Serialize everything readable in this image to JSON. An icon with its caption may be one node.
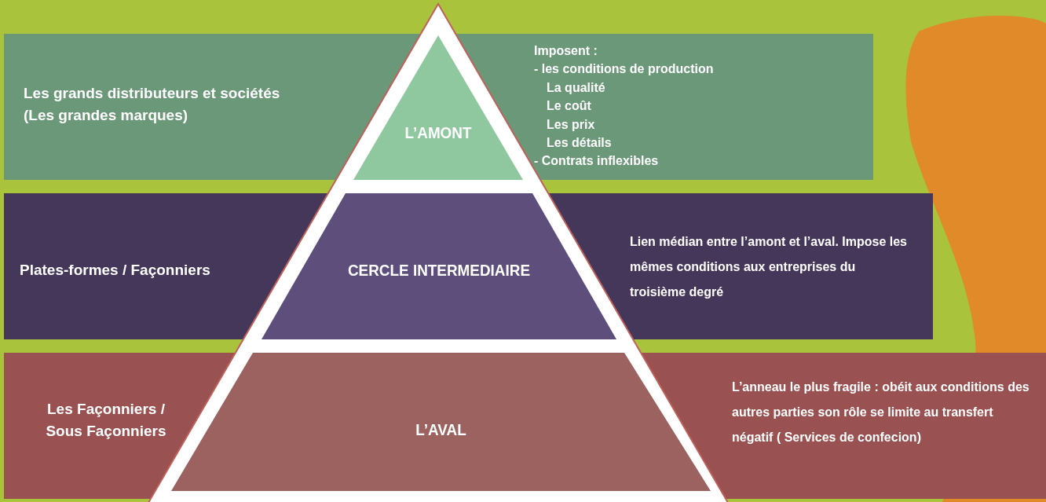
{
  "diagram": {
    "nodes": [
      {
        "text": [
          "Les grands distributeurs et sociétés (Les grandes marques)",
          "Imposent :",
          "- les conditions de production",
          "La qualité",
          "Le coût",
          "Les prix",
          "Les détails",
          "- Contrats inflexibles"
        ]
      },
      {
        "text": [
          "L’AMONT"
        ],
        "in": 0
      },
      {
        "text": [
          "Plates-formes / Façonniers",
          "Lien médian entre l’amont et l’aval. Impose les mêmes conditions aux entreprises du troisième degré"
        ]
      },
      {
        "text": [
          "CERCLE INTERMEDIAIRE"
        ],
        "in": 2
      },
      {
        "text": [
          "Les Façonniers / Sous Façonniers",
          "L’anneau le plus fragile : obéit aux conditions des autres parties son rôle se limite au transfert négatif ( Services de confecion)"
        ]
      },
      {
        "text": [
          "L’AVAL"
        ],
        "in": 4
      }
    ],
    "edges": []
  }
}
